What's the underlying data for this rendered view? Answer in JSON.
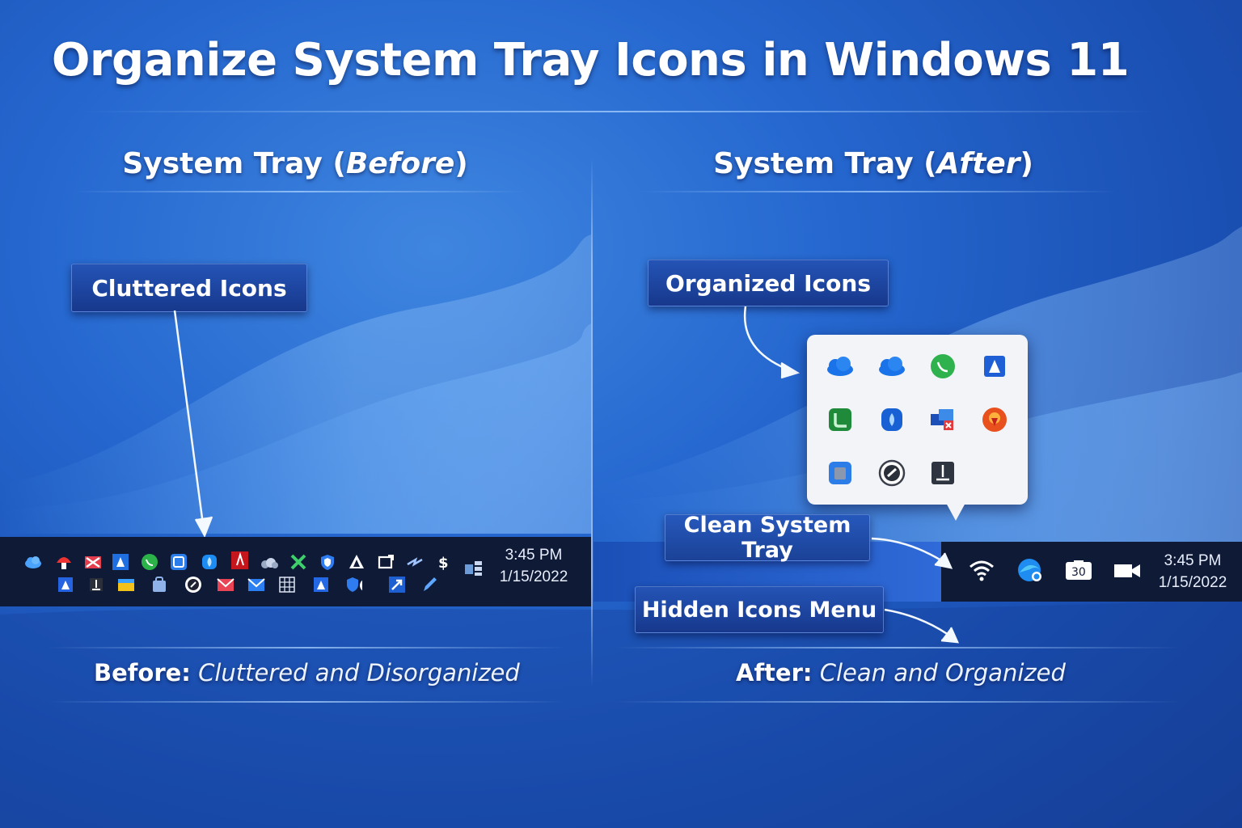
{
  "title": "Organize System Tray Icons in Windows 11",
  "before": {
    "heading_prefix": "System Tray (",
    "heading_em": "Before",
    "heading_suffix": ")",
    "label": "Cluttered Icons",
    "clock_time": "3:45 PM",
    "clock_date": "1/15/2022",
    "caption_bold": "Before:",
    "caption_italic": "Cluttered and Disorganized",
    "icons": [
      "cloud-icon",
      "red-mushroom-icon",
      "close-mail-icon",
      "blue-a-icon",
      "whatsapp-icon",
      "blue-square-icon",
      "blue-drop-icon",
      "pdf-icon",
      "cloud-group-icon",
      "excel-x-icon",
      "shield-icon",
      "triangle-a-icon",
      "window-icon",
      "arrow-icon",
      "dollar-icon",
      "network-icon",
      "blue-a-icon",
      "dark-app-icon",
      "yellow-folder-icon",
      "bag-icon",
      "steam-icon",
      "red-mail-icon",
      "blue-mail-icon",
      "grid-icon",
      "blue-a-icon",
      "shield-badge-icon",
      "arrow-up-icon",
      "pen-icon"
    ]
  },
  "after": {
    "heading_prefix": "System Tray (",
    "heading_em": "After",
    "heading_suffix": ")",
    "label": "Organized Icons",
    "clean_label": "Clean System Tray",
    "hidden_label": "Hidden Icons Menu",
    "clock_time": "3:45 PM",
    "clock_date": "1/15/2022",
    "caption_bold": "After:",
    "caption_italic": "Clean and Organized",
    "tray_badge": "30",
    "popup_icons": [
      "onedrive-icon",
      "onedrive-icon",
      "whatsapp-icon",
      "blue-a-icon",
      "phone-link-icon",
      "blue-drop-icon",
      "network-alert-icon",
      "red-shield-icon",
      "blue-bag-icon",
      "steam-icon",
      "download-icon"
    ],
    "tray_icons": [
      "wifi-icon",
      "edge-icon",
      "battery-icon",
      "camera-icon"
    ]
  },
  "colors": {
    "accent": "#2563d0",
    "taskbar": "#0e1a36",
    "label_bg": "#1c449e"
  }
}
